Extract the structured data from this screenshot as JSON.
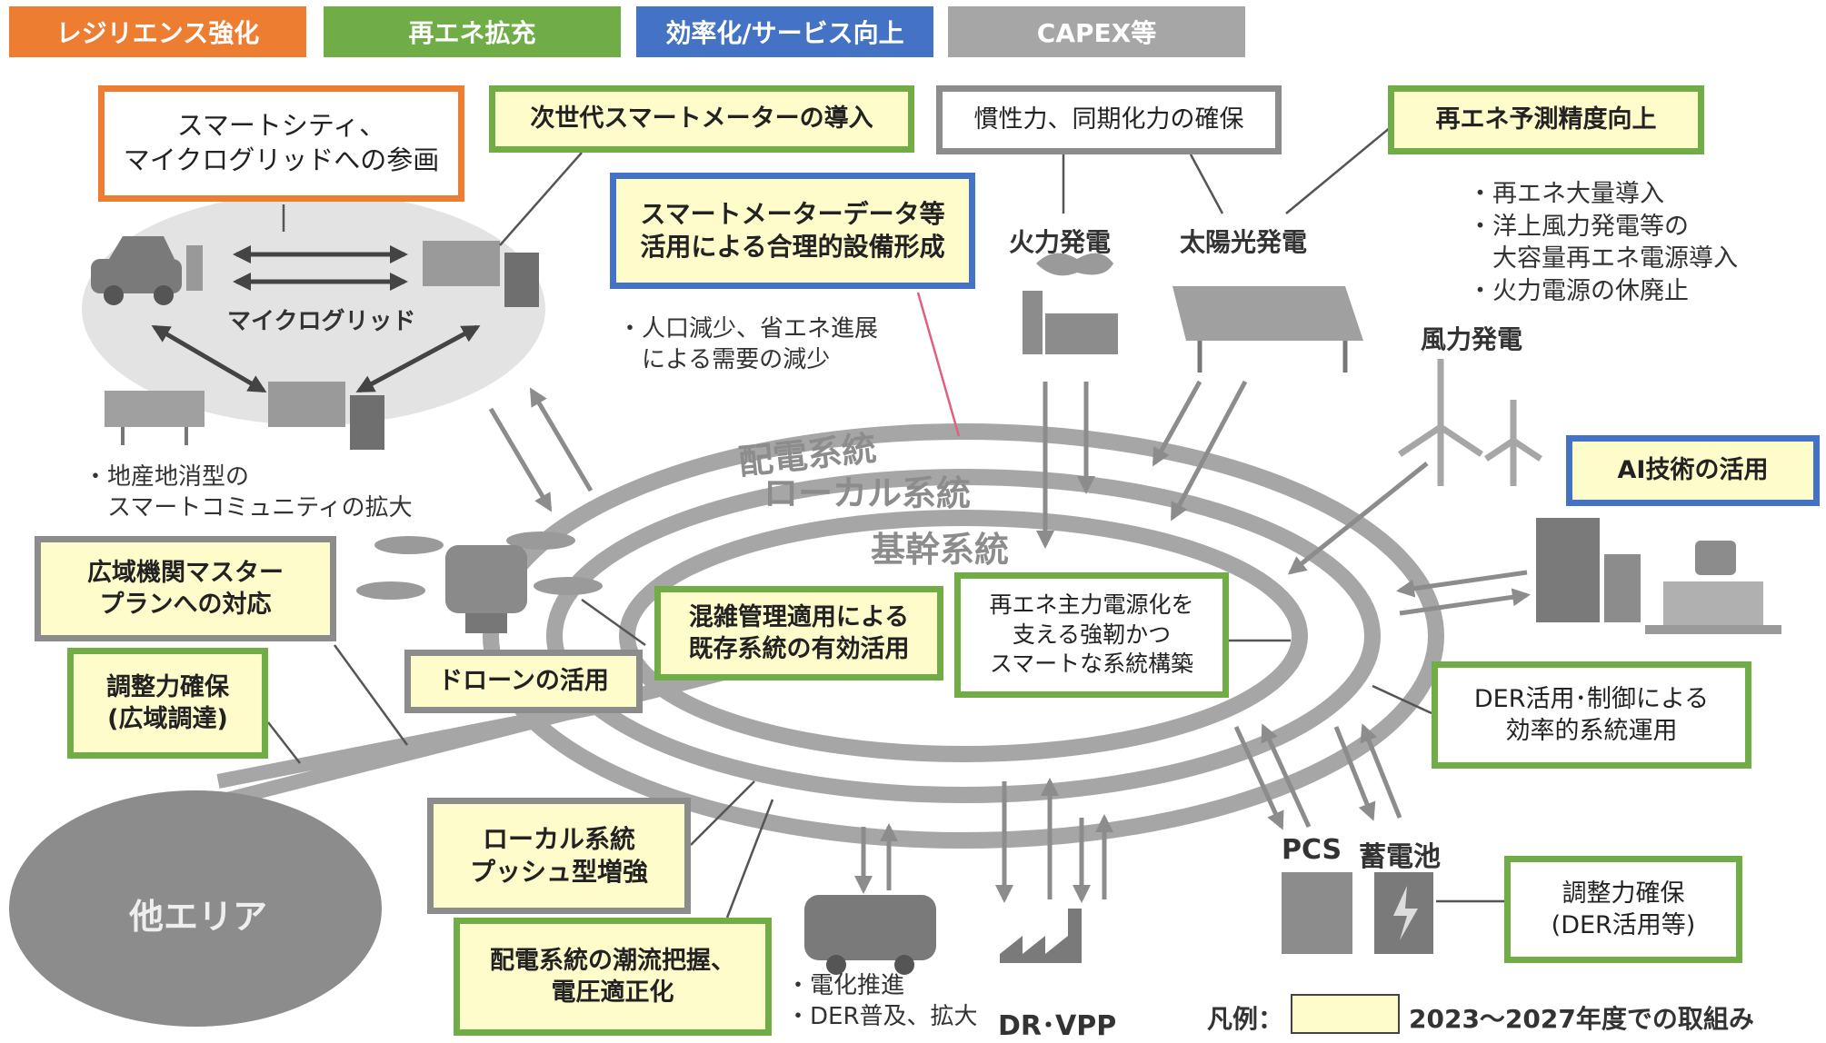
{
  "legend_tags": {
    "resilience": "レジリエンス強化",
    "renewable": "再エネ拡充",
    "efficiency": "効率化/サービス向上",
    "capex": "CAPEX等"
  },
  "boxes": {
    "smart_city": "スマートシティ、\nマイクログリッドへの参画",
    "next_gen_meter": "次世代スマートメーターの導入",
    "inertia": "慣性力、同期化力の確保",
    "forecast": "再エネ予測精度向上",
    "meter_data": "スマートメーターデータ等\n活用による合理的設備形成",
    "master_plan": "広域機関マスター\nプランへの対応",
    "regulating_wide": "調整力確保\n(広域調達)",
    "drone": "ドローンの活用",
    "congestion": "混雑管理適用による\n既存系統の有効活用",
    "core": "再エネ主力電源化を\n支える強靭かつ\nスマートな系統構築",
    "ai": "AI技術の活用",
    "der_control": "DER活用･制御による\n効率的系統運用",
    "local_push": "ローカル系統\nプッシュ型増強",
    "regulating_der": "調整力確保\n(DER活用等)",
    "distribution_flow": "配電系統の潮流把握、\n電圧適正化"
  },
  "notes": {
    "population": "・人口減少、省エネ進展\n　による需要の減少",
    "local_production": "・地産地消型の\n　スマートコミュニティの拡大",
    "renewable_trends": "・再エネ大量導入\n・洋上風力発電等の\n　大容量再エネ電源導入\n・火力電源の休廃止",
    "ev_der": "・電化推進\n・DER普及、拡大"
  },
  "labels": {
    "microgrid": "マイクログリッド",
    "thermal": "火力発電",
    "solar": "太陽光発電",
    "wind": "風力発電",
    "pcs": "PCS",
    "battery": "蓄電池",
    "dr_vpp": "DR･VPP",
    "other_area": "他エリア",
    "ring_distribution": "配電系統",
    "ring_local": "ローカル系統",
    "ring_trunk": "基幹系統"
  },
  "legend": {
    "prefix": "凡例：",
    "description": "2023～2027年度での取組み"
  },
  "colors": {
    "orange": "#ed7d31",
    "green": "#70ad47",
    "blue": "#4472c4",
    "gray": "#8c8c8c",
    "highlight": "#fffccc",
    "ring": "#a6a6a6"
  }
}
